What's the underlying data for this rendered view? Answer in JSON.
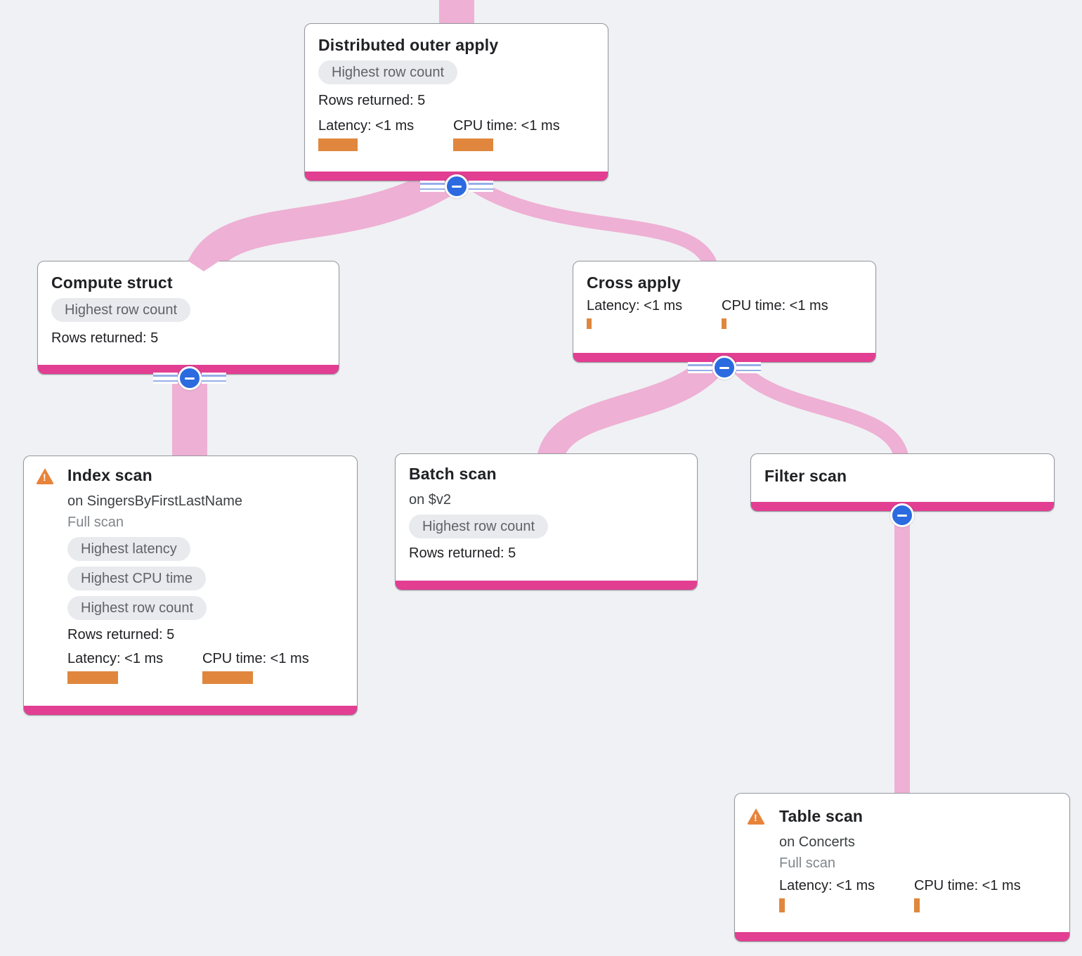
{
  "colors": {
    "background": "#f0f1f4",
    "node_accent_strip": "#e23e92",
    "edge_pink": "#eeb0d4",
    "metric_bar_orange": "#e0873d",
    "warning_orange": "#e8833a",
    "collapse_button_blue": "#2b6bdf",
    "badge_bg": "#e8eaed",
    "badge_text": "#5f6368",
    "text_primary": "#202124",
    "text_secondary": "#80868b"
  },
  "nodes": [
    {
      "id": "distributed-outer-apply",
      "title": "Distributed outer apply",
      "badges": [
        "Highest row count"
      ],
      "rows_returned": "Rows returned: 5",
      "latency_label": "Latency: <1 ms",
      "cpu_label": "CPU time: <1 ms",
      "latency_bar": 56,
      "cpu_bar": 57,
      "has_warning": false,
      "collapsible": true
    },
    {
      "id": "compute-struct",
      "title": "Compute struct",
      "badges": [
        "Highest row count"
      ],
      "rows_returned": "Rows returned: 5",
      "has_warning": false,
      "collapsible": true
    },
    {
      "id": "cross-apply",
      "title": "Cross apply",
      "latency_label": "Latency: <1 ms",
      "cpu_label": "CPU time: <1 ms",
      "latency_bar": 7,
      "cpu_bar": 7,
      "has_warning": false,
      "collapsible": true
    },
    {
      "id": "index-scan",
      "title": "Index scan",
      "on_label": "on SingersByFirstLastName",
      "scan_type": "Full scan",
      "badges": [
        "Highest latency",
        "Highest CPU time",
        "Highest row count"
      ],
      "rows_returned": "Rows returned: 5",
      "latency_label": "Latency: <1 ms",
      "cpu_label": "CPU time: <1 ms",
      "latency_bar": 72,
      "cpu_bar": 72,
      "has_warning": true,
      "collapsible": false
    },
    {
      "id": "batch-scan",
      "title": "Batch scan",
      "on_label": "on $v2",
      "badges": [
        "Highest row count"
      ],
      "rows_returned": "Rows returned: 5",
      "has_warning": false,
      "collapsible": false
    },
    {
      "id": "filter-scan",
      "title": "Filter scan",
      "has_warning": false,
      "collapsible": true
    },
    {
      "id": "table-scan",
      "title": "Table scan",
      "on_label": "on Concerts",
      "scan_type": "Full scan",
      "latency_label": "Latency: <1 ms",
      "cpu_label": "CPU time: <1 ms",
      "latency_bar": 8,
      "cpu_bar": 8,
      "has_warning": true,
      "collapsible": false
    }
  ],
  "edges": [
    {
      "from": "query-root",
      "to": "distributed-outer-apply"
    },
    {
      "from": "distributed-outer-apply",
      "to": "compute-struct"
    },
    {
      "from": "distributed-outer-apply",
      "to": "cross-apply"
    },
    {
      "from": "compute-struct",
      "to": "index-scan"
    },
    {
      "from": "cross-apply",
      "to": "batch-scan"
    },
    {
      "from": "cross-apply",
      "to": "filter-scan"
    },
    {
      "from": "filter-scan",
      "to": "table-scan"
    }
  ]
}
